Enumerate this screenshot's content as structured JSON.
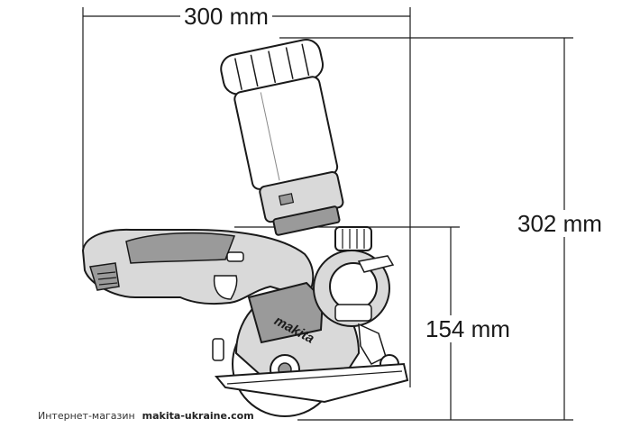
{
  "dimensions": {
    "width_label": "300 mm",
    "total_height_label": "302 mm",
    "base_height_label": "154 mm"
  },
  "brand_mark": "makita",
  "footer": {
    "shop_text": "Интернет-магазин",
    "site_text": "makita-ukraine.com"
  },
  "colors": {
    "line": "#1a1a1a",
    "fill_light": "#ffffff",
    "fill_mid": "#d9d9d9",
    "fill_dark": "#9a9a9a"
  }
}
